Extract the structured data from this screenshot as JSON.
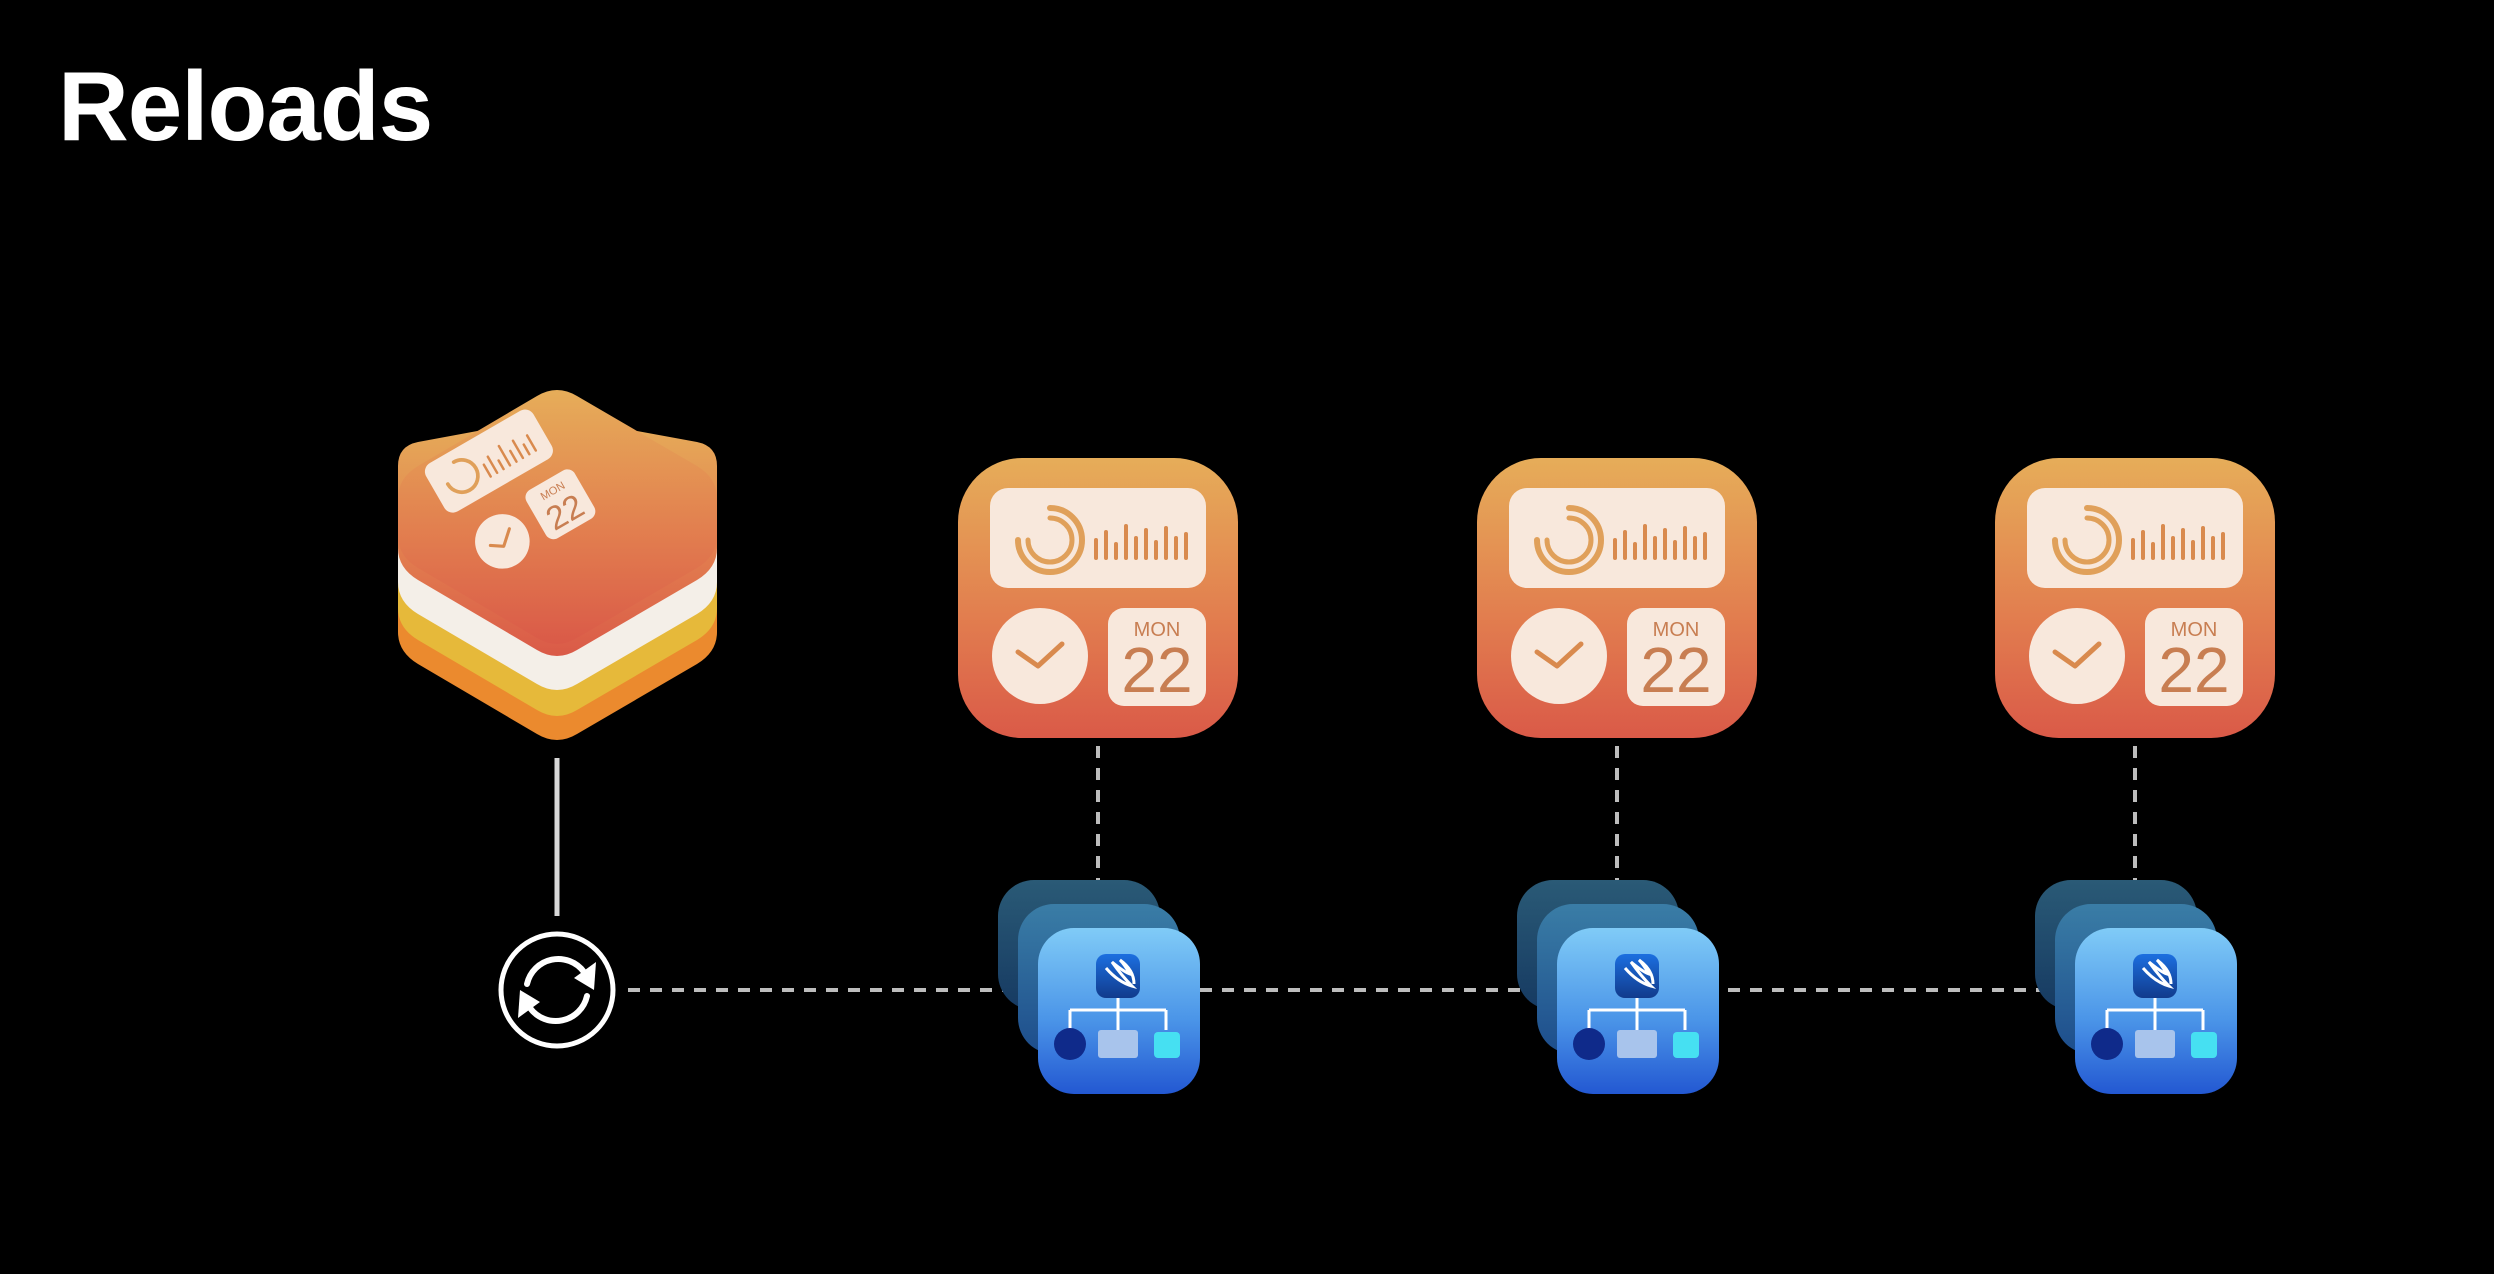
{
  "slide": {
    "title": "Reloads"
  },
  "widget_kit_stack": {
    "icon": "widgetkit-stack-icon",
    "date": {
      "weekday": "MON",
      "day": "22"
    }
  },
  "reload_button": {
    "icon": "refresh-arrows-icon"
  },
  "timeline_entries": [
    {
      "widget": {
        "weekday": "MON",
        "day": "22"
      },
      "view_stack_icon": "swiftui-view-hierarchy-icon"
    },
    {
      "widget": {
        "weekday": "MON",
        "day": "22"
      },
      "view_stack_icon": "swiftui-view-hierarchy-icon"
    },
    {
      "widget": {
        "weekday": "MON",
        "day": "22"
      },
      "view_stack_icon": "swiftui-view-hierarchy-icon"
    }
  ],
  "colors": {
    "background": "#000000",
    "widget_top": "#e5a856",
    "widget_bottom": "#dc5a4a",
    "tile": "#f8e8dc",
    "tile_ink": "#d98a4e",
    "swiftui_light": "#79c4f5",
    "swiftui_dark": "#2460d6",
    "connector": "#c8c8c8"
  }
}
